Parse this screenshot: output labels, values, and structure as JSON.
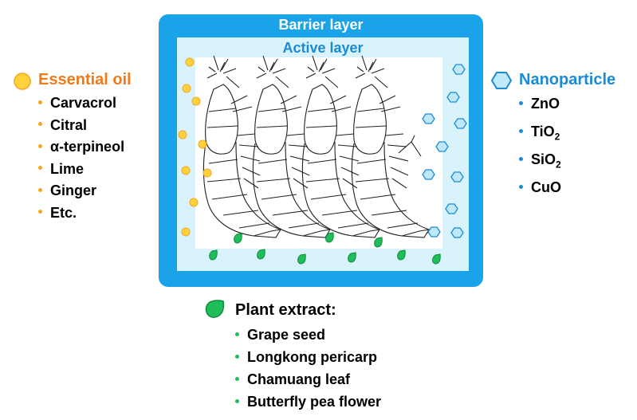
{
  "layers": {
    "barrier": "Barrier layer",
    "active": "Active layer"
  },
  "essential_oil": {
    "title": "Essential oil",
    "items": [
      "Carvacrol",
      "Citral",
      "α-terpineol",
      "Lime",
      "Ginger",
      "Etc."
    ]
  },
  "nanoparticle": {
    "title": "Nanoparticle",
    "items": [
      "ZnO",
      "TiO",
      "SiO",
      "CuO"
    ],
    "subscripts": [
      "",
      "2",
      "2",
      ""
    ]
  },
  "plant_extract": {
    "title": "Plant extract:",
    "items": [
      "Grape seed",
      "Longkong pericarp",
      "Chamuang leaf",
      "Butterfly pea flower"
    ]
  },
  "colors": {
    "barrier": "#1aa3e8",
    "active": "#d8f3fb",
    "oil_marker": "#ffd13a",
    "oil_title": "#f07a1a",
    "nano_marker": "#2aa8e6",
    "nano_title": "#1a8bd4",
    "plant_marker": "#1fbe5a"
  },
  "icons": {
    "oil": "yellow-circle-icon",
    "nano": "blue-hexagon-icon",
    "plant": "green-leaf-icon",
    "food": "shrimp-drawing"
  }
}
